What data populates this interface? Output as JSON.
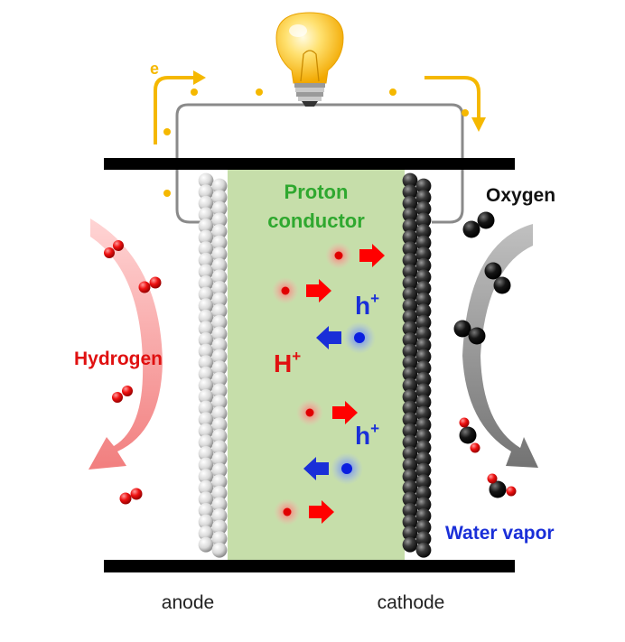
{
  "labels": {
    "electron": "e",
    "electrolyte_line1": "Proton",
    "electrolyte_line2": "conductor",
    "oxygen": "Oxygen",
    "hydrogen": "Hydrogen",
    "water_vapor": "Water vapor",
    "anode": "anode",
    "cathode": "cathode",
    "proton_symbol": "H",
    "hole_symbol": "h",
    "charge_sign": "+"
  },
  "colors": {
    "electrolyte_fill": "#c6deaa",
    "electron_flow": "#f5b800",
    "wire": "#8a8a8a",
    "plate": "#000000",
    "anode_sphere": "#e6e6e6",
    "cathode_sphere": "#3a3a3a",
    "hydrogen_text": "#e01010",
    "hole_text": "#1a2fd8",
    "electrolyte_text": "#2fa82f",
    "water_vapor_text": "#1a2fd8",
    "proton_arrow": "#ff0000",
    "hole_arrow": "#1a2fd8",
    "hydrogen_flow_arrow": "#f08080",
    "oxygen_flow_arrow": "#777777"
  },
  "icons": {
    "bulb": "light-bulb-icon"
  }
}
